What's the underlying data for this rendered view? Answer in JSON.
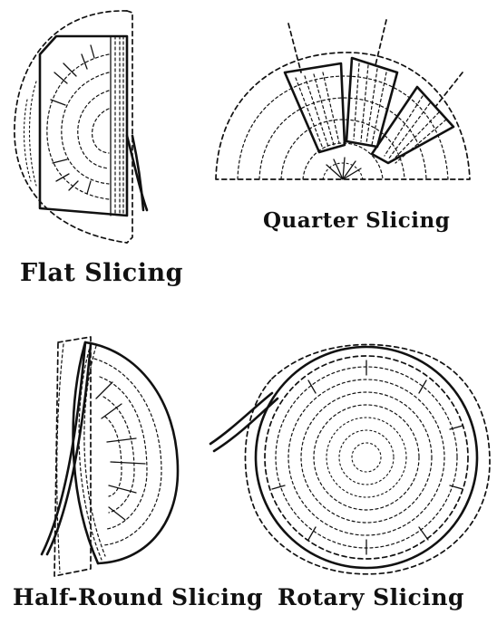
{
  "labels": {
    "flat": "Flat Slicing",
    "quarter": "Quarter Slicing",
    "half_round": "Half-Round Slicing",
    "rotary": "Rotary Slicing"
  },
  "colors": {
    "ink": "#111111",
    "background": "#ffffff"
  }
}
